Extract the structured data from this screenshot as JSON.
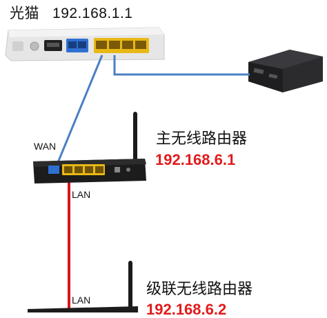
{
  "modem": {
    "name": "光猫",
    "ip": "192.168.1.1"
  },
  "labels": {
    "wan": "WAN",
    "lan_1": "LAN",
    "lan_2": "LAN"
  },
  "router_main": {
    "name": "主无线路由器",
    "ip": "192.168.6.1"
  },
  "router_cascade": {
    "name": "级联无线路由器",
    "ip": "192.168.6.2"
  },
  "colors": {
    "cable_blue": "#4a7fc4",
    "cable_red": "#d9141b",
    "ip_red": "#e11b1b",
    "port_yellow": "#e8b816"
  }
}
